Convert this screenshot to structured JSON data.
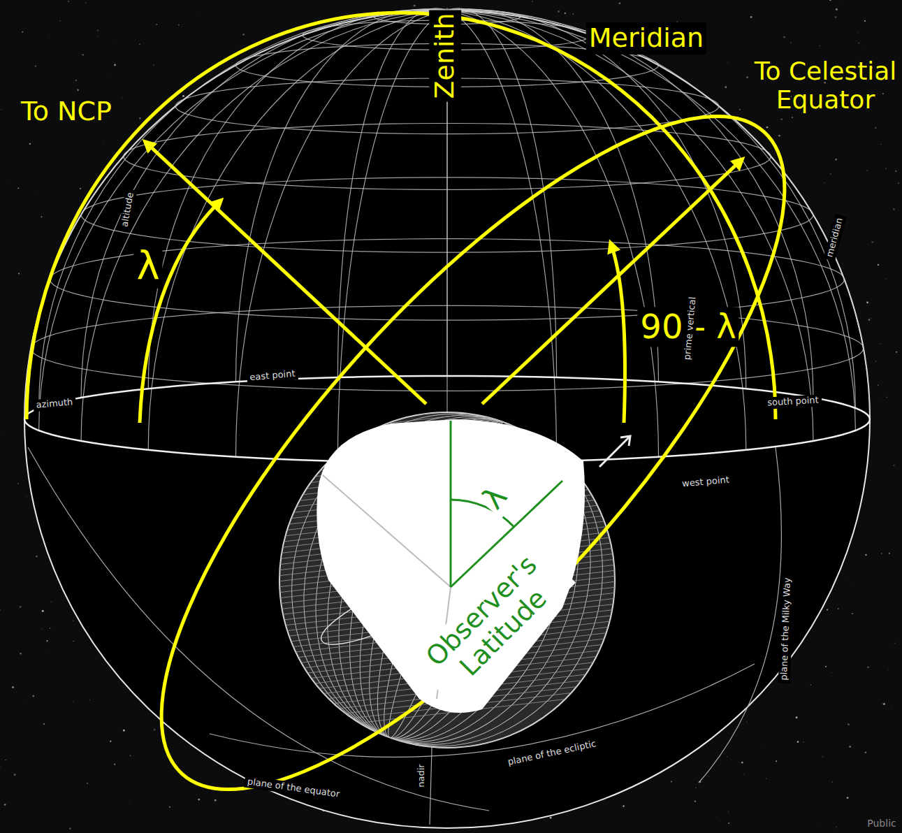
{
  "diagram": {
    "labels": [
      "To NCP",
      "Zenith",
      "Meridian",
      "To Celestial Equator",
      "λ",
      "90 - λ",
      "λ",
      "Observer's Latitude",
      "altitude",
      "azimuth",
      "east point",
      "south point",
      "west point",
      "prime vertical",
      "meridian",
      "nadir",
      "plane of the equator",
      "plane of the ecliptic",
      "plane of the Milky Way",
      "Public"
    ]
  }
}
